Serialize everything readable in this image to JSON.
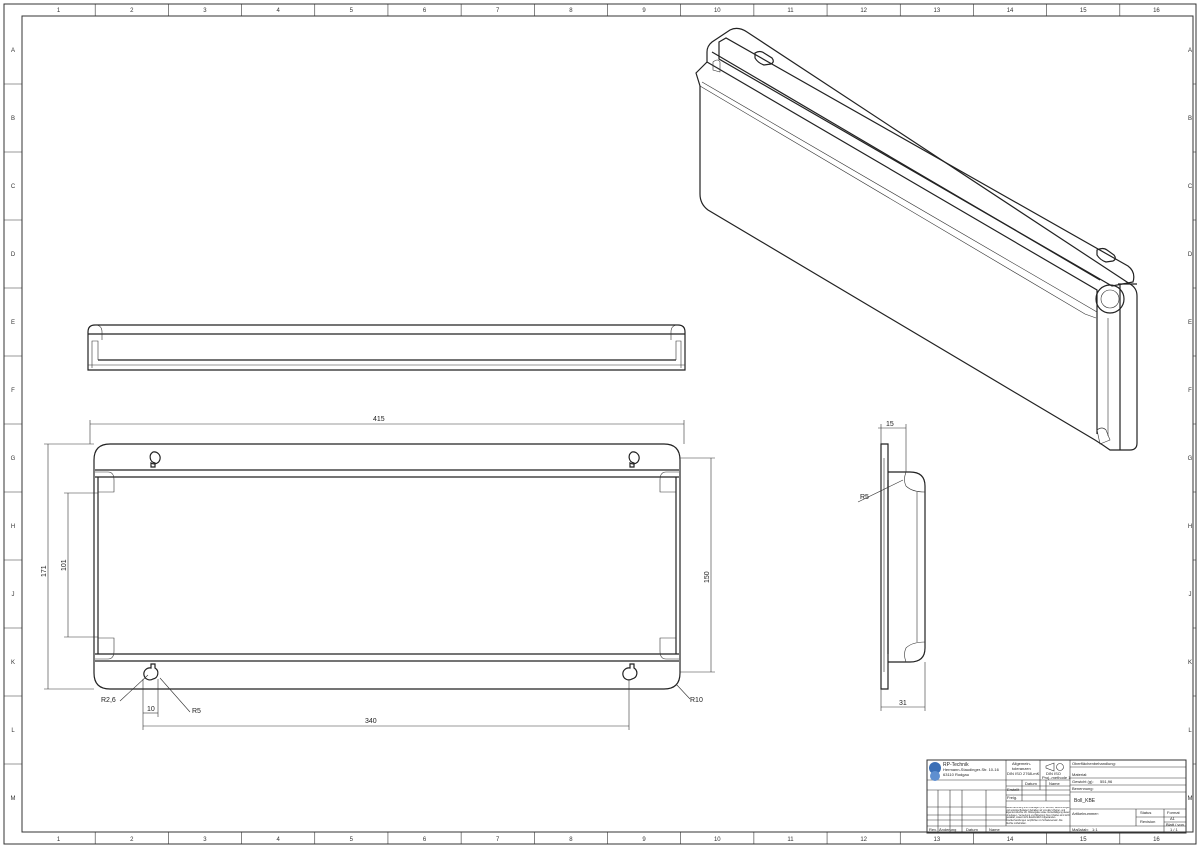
{
  "grid": {
    "columns": [
      "1",
      "2",
      "3",
      "4",
      "5",
      "6",
      "7",
      "8",
      "9",
      "10",
      "11",
      "12",
      "13",
      "14",
      "15",
      "16"
    ],
    "rows": [
      "A",
      "B",
      "C",
      "D",
      "E",
      "F",
      "G",
      "H",
      "J",
      "K",
      "L",
      "M"
    ]
  },
  "dimensions": {
    "overall_width": "415",
    "overall_height": "171",
    "inner_height_left": "101",
    "inner_height_right": "150",
    "hole_spacing": "340",
    "slot_radius_small": "R2,6",
    "slot_offset": "10",
    "slot_radius": "R5",
    "corner_radius": "R10",
    "side_top": "15",
    "side_radius": "R5",
    "side_bottom": "31"
  },
  "title_block": {
    "company_name": "RP-Technik",
    "company_street": "Hermann-Staudinger-Str. 10-16",
    "company_city": "63110 Rodgau",
    "tolerances_1": "Allgemein-",
    "tolerances_2": "toleranzen",
    "tolerances_3": "DIN ISO 2768-mK",
    "projection_1": "DIN ISO",
    "projection_2": "Proj.-methode 1",
    "col_datum": "Datum",
    "col_name": "Name",
    "row_erstellt": "Erstellt",
    "row_freig": "Freig.",
    "oberflaeche_label": "Oberflächenbehandlung:",
    "material_label": "Material:",
    "gewicht_label": "Gewicht (g):",
    "gewicht_value": "551,96",
    "benennung_label": "Benennung:",
    "benennung_value": "Boll_KBE",
    "artikel_label": "Artikelnummer:",
    "copyright_note": "Diese Zeichnung und Unterlagen (z.B. Skizzen, Berechnungen und sonstige Beilagen) behalten wir uns alle Urheber- und Eigentumsrechte vor. Weitergabe sowie Vervielfältigung dieser Unterlagen, Verwertung und Mitteilung ihres Inhaltes sind nicht gestattet, soweit nicht ausdrücklich zugestanden. Zuwiderhandlungen verpflichten zu Schadenersatz. Alle Rechte vorbehalten.",
    "status_label": "Status",
    "format_label": "Format",
    "format_value": "A1",
    "revision_label": "Revision",
    "blatt_label": "Blatt / von",
    "blatt_value": "1 / 1",
    "massstab_label": "Maßstab:",
    "massstab_value": "1:1",
    "rev_label": "Rev.",
    "aenderung_label": "Änderung",
    "datum_label": "Datum",
    "name_label": "Name"
  }
}
